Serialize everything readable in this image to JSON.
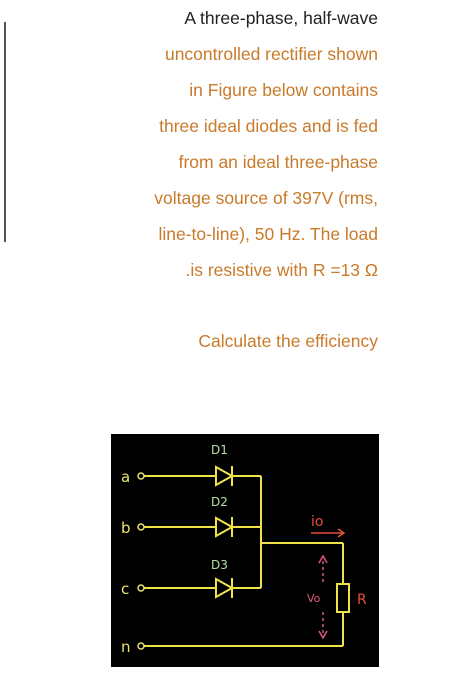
{
  "question": {
    "lines": [
      "A three-phase, half-wave",
      "uncontrolled rectifier shown",
      "in Figure below contains",
      "three ideal diodes and is fed",
      "from an ideal three-phase",
      "voltage source of 397V (rms,",
      "line-to-line), 50 Hz. The load",
      ".is resistive with R =13 Ω"
    ],
    "prompt": "Calculate the efficiency"
  },
  "circuit": {
    "labels": {
      "a": "a",
      "b": "b",
      "c": "c",
      "n": "n",
      "d1": "D1",
      "d2": "D2",
      "d3": "D3",
      "io": "io",
      "vo": "Vo",
      "r": "R"
    }
  },
  "colors": {
    "text_dark": "#222222",
    "text_orange": "#c97a2a",
    "circuit_bg": "#000000",
    "wire": "#f0e24a",
    "label_green": "#b5e0a0",
    "label_yellow": "#e9e46a",
    "label_pink": "#e0577a",
    "label_red": "#e8503a"
  }
}
